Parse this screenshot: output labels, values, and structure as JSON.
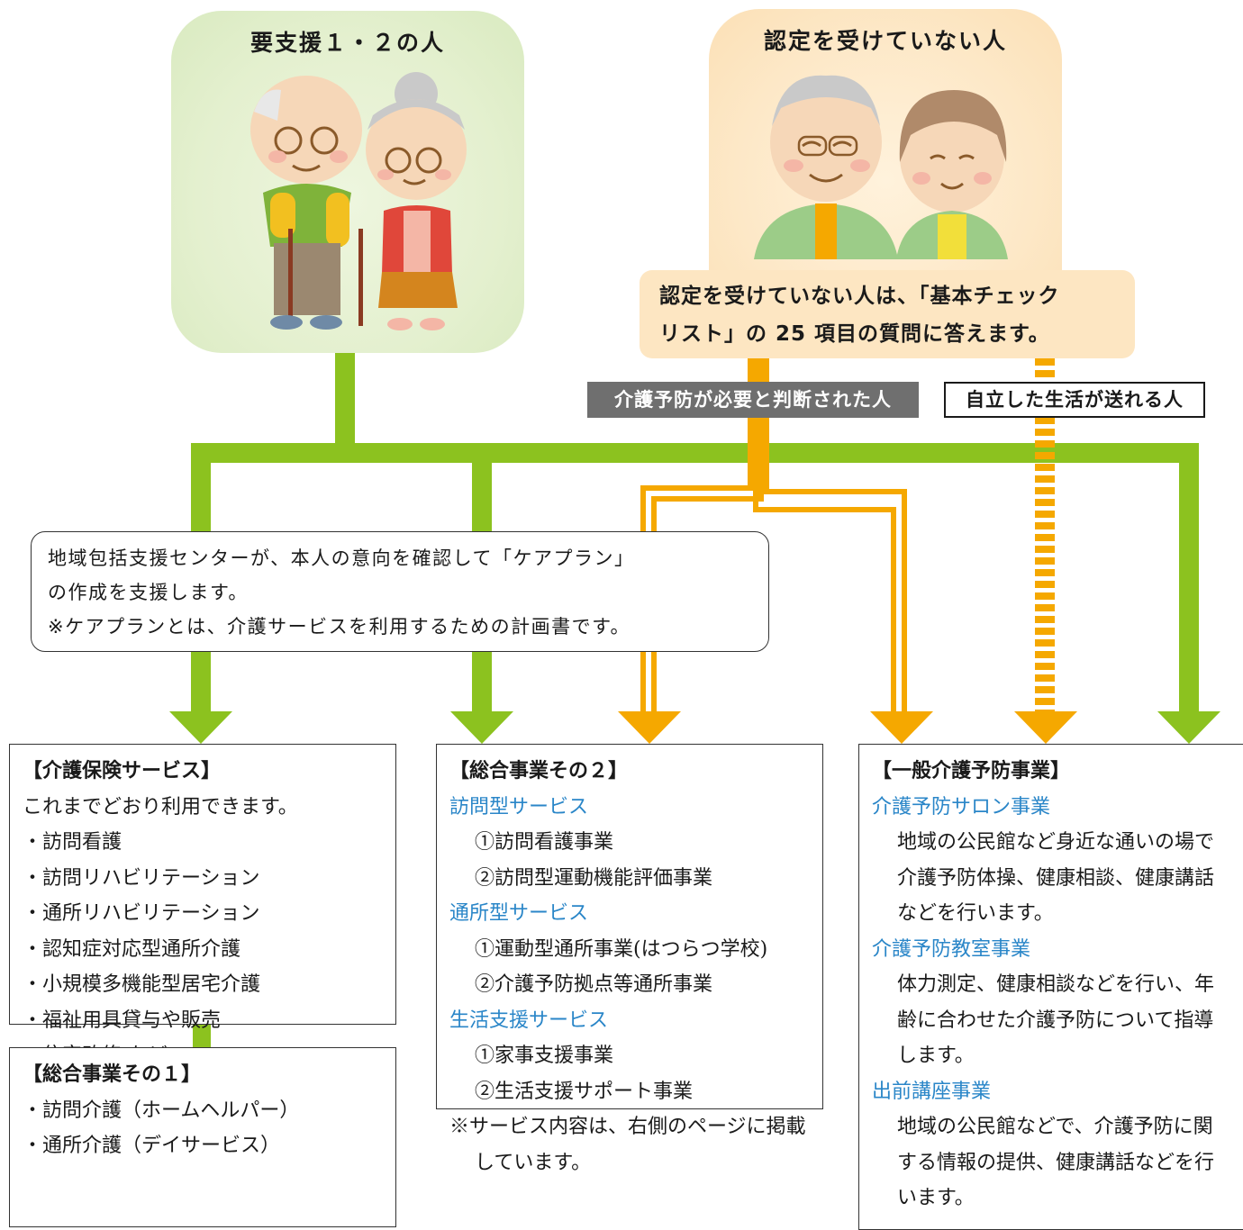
{
  "groups": {
    "support_title": "要支援１・２の人",
    "uncertified_title": "認定を受けていない人"
  },
  "checklist_note": {
    "line1": "認定を受けていない人は、「基本チェック",
    "line2": "リスト」の 25 項目の質問に答えます。"
  },
  "labels": {
    "needs_prevention": "介護予防が必要と判断された人",
    "independent": "自立した生活が送れる人"
  },
  "care_plan_note": {
    "line1": "地域包括支援センターが、本人の意向を確認して「ケアプラン」",
    "line2": "の作成を支援します。",
    "line3": "※ケアプランとは、介護サービスを利用するための計画書です。"
  },
  "insurance_services": {
    "heading": "【介護保険サービス】",
    "intro": "これまでどおり利用できます。",
    "items": [
      "・訪問看護",
      "・訪問リハビリテーション",
      "・通所リハビリテーション",
      "・認知症対応型通所介護",
      "・小規模多機能型居宅介護",
      "・福祉用具貸与や販売",
      "・住宅改修 など"
    ]
  },
  "general_project_1": {
    "heading": "【総合事業その１】",
    "items": [
      "・訪問介護（ホームヘルパー）",
      "・通所介護（デイサービス）"
    ]
  },
  "general_project_2": {
    "heading": "【総合事業その２】",
    "sections": [
      {
        "title": "訪問型サービス",
        "items": [
          "①訪問看護事業",
          "②訪問型運動機能評価事業"
        ]
      },
      {
        "title": "通所型サービス",
        "items": [
          "①運動型通所事業(はつらつ学校)",
          "②介護予防拠点等通所事業"
        ]
      },
      {
        "title": "生活支援サービス",
        "items": [
          "①家事支援事業",
          "②生活支援サポート事業"
        ]
      }
    ],
    "note": "※サービス内容は、右側のページに掲載しています。"
  },
  "general_prevention": {
    "heading": "【一般介護予防事業】",
    "sections": [
      {
        "title": "介護予防サロン事業",
        "desc": "地域の公民館など身近な通いの場で介護予防体操、健康相談、健康講話などを行います。"
      },
      {
        "title": "介護予防教室事業",
        "desc": "体力測定、健康相談などを行い、年齢に合わせた介護予防について指導します。"
      },
      {
        "title": "出前講座事業",
        "desc": "地域の公民館などで、介護予防に関する情報の提供、健康講話などを行います。"
      }
    ]
  },
  "colors": {
    "green": "#8cc21f",
    "orange": "#f5a800",
    "blue_heading": "#2a86c8",
    "gray_tag": "#6f6f6f"
  },
  "icons": [
    "elderly-couple-with-canes-illustration",
    "smiling-elderly-couple-illustration"
  ]
}
